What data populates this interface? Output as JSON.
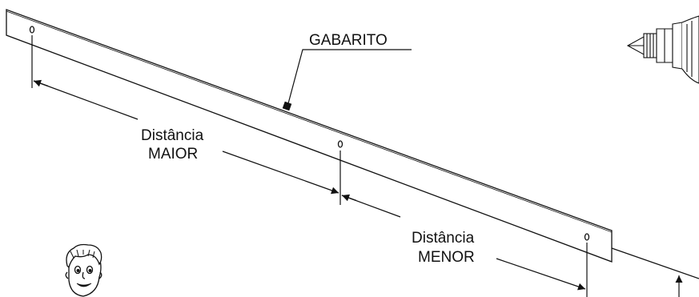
{
  "labels": {
    "gabarito": "GABARITO",
    "distancia_maior_line1": "Distância",
    "distancia_maior_line2": "MAIOR",
    "distancia_menor_line1": "Distância",
    "distancia_menor_line2": "MENOR"
  },
  "icons": {
    "tool": "drill-bit-icon",
    "character": "cartoon-face-icon"
  },
  "colors": {
    "line": "#111111",
    "background": "#ffffff"
  }
}
